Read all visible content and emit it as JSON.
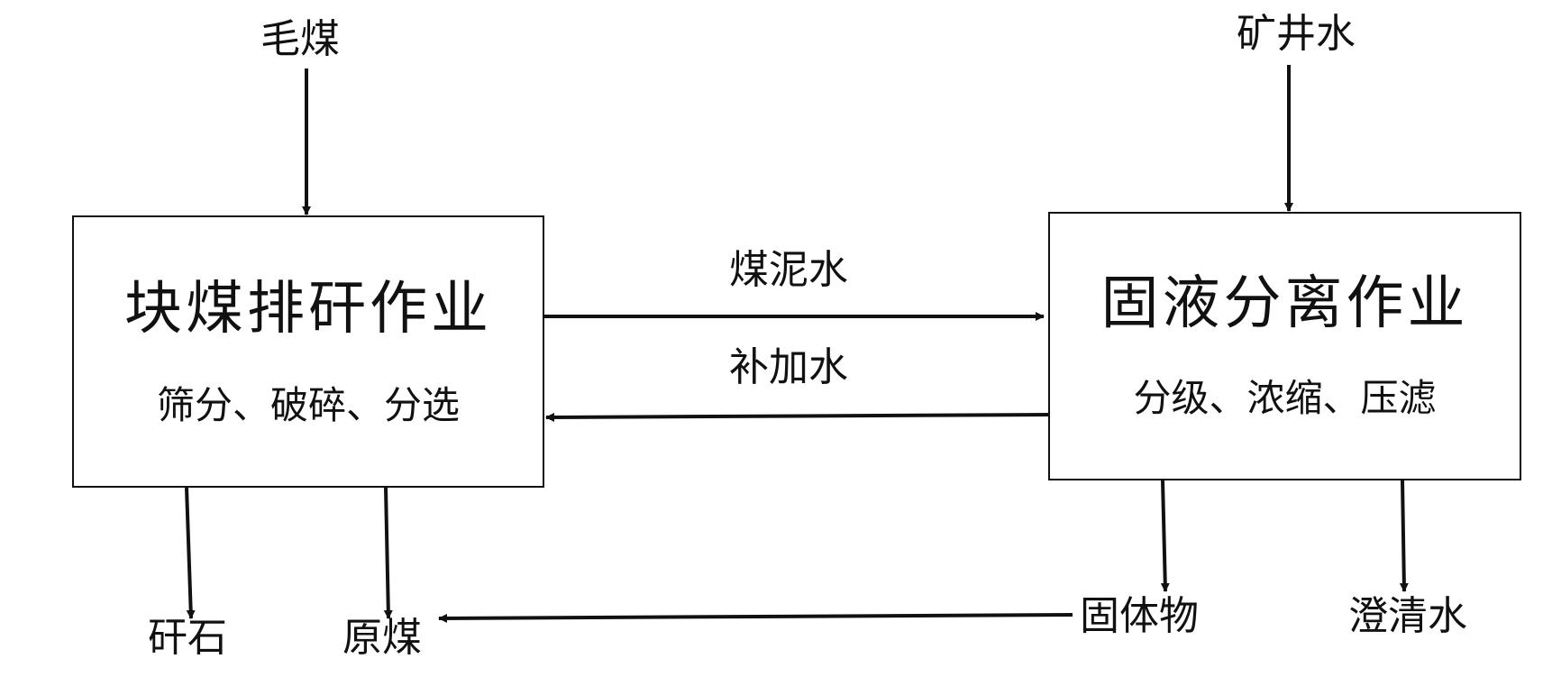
{
  "diagram": {
    "inputs": {
      "raw_coal": "毛煤",
      "mine_water": "矿井水"
    },
    "nodes": {
      "lump_coal": {
        "title": "块煤排矸作业",
        "subtitle": "筛分、破碎、分选"
      },
      "solid_liquid": {
        "title": "固液分离作业",
        "subtitle": "分级、浓缩、压滤"
      }
    },
    "links": {
      "slime_water": "煤泥水",
      "makeup_water": "补加水"
    },
    "outputs": {
      "gangue": "矸石",
      "run_of_mine_coal": "原煤",
      "solids": "固体物",
      "clarified_water": "澄清水"
    }
  }
}
